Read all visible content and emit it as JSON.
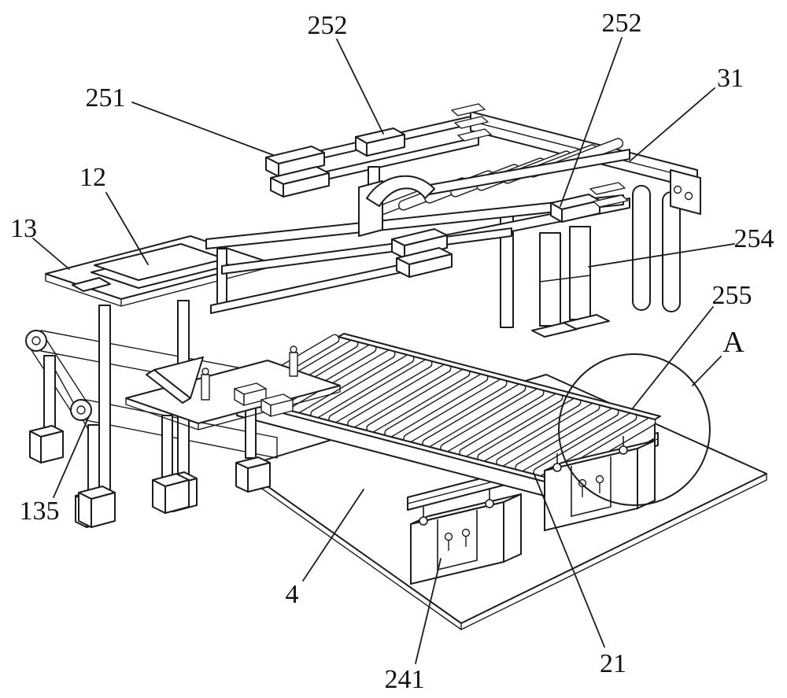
{
  "figure": {
    "background": "#ffffff",
    "stroke_color": "#1c1c1c",
    "kind": "isometric patent-style line drawing of a roller conveyor machine",
    "detail_circle_label": "A",
    "labels": [
      {
        "id": "252-left",
        "text": "252"
      },
      {
        "id": "252-right",
        "text": "252"
      },
      {
        "id": "31",
        "text": "31"
      },
      {
        "id": "251",
        "text": "251"
      },
      {
        "id": "12",
        "text": "12"
      },
      {
        "id": "13",
        "text": "13"
      },
      {
        "id": "254",
        "text": "254"
      },
      {
        "id": "255",
        "text": "255"
      },
      {
        "id": "A",
        "text": "A"
      },
      {
        "id": "135",
        "text": "135"
      },
      {
        "id": "4",
        "text": "4"
      },
      {
        "id": "241",
        "text": "241"
      },
      {
        "id": "21",
        "text": "21"
      }
    ]
  }
}
